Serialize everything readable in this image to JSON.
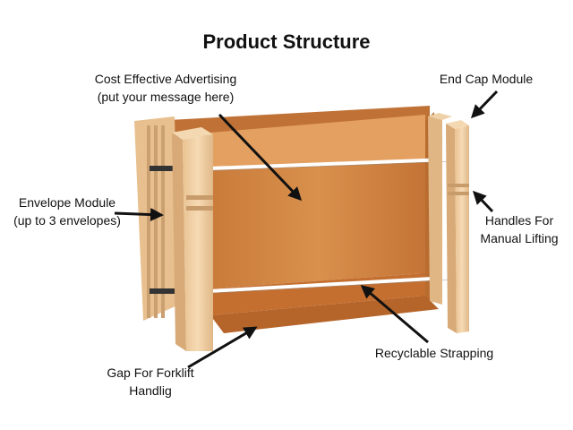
{
  "title": "Product Structure",
  "labels": {
    "advertising": {
      "line1": "Cost Effective Advertising",
      "line2": "(put your message here)"
    },
    "end_cap": {
      "line1": "End Cap Module"
    },
    "envelope": {
      "line1": "Envelope Module",
      "line2": "(up to 3 envelopes)"
    },
    "handles": {
      "line1": "Handles For",
      "line2": "Manual Lifting"
    },
    "strapping": {
      "line1": "Recyclable Strapping"
    },
    "gap": {
      "line1": "Gap For Forklift",
      "line2": "Handlig"
    }
  },
  "colors": {
    "panel": "#d58a46",
    "panel_light": "#e8a25a",
    "wood": "#f1cda0",
    "wood_dark": "#d9b080",
    "strap": "#ffffff",
    "arrow": "#111111"
  }
}
